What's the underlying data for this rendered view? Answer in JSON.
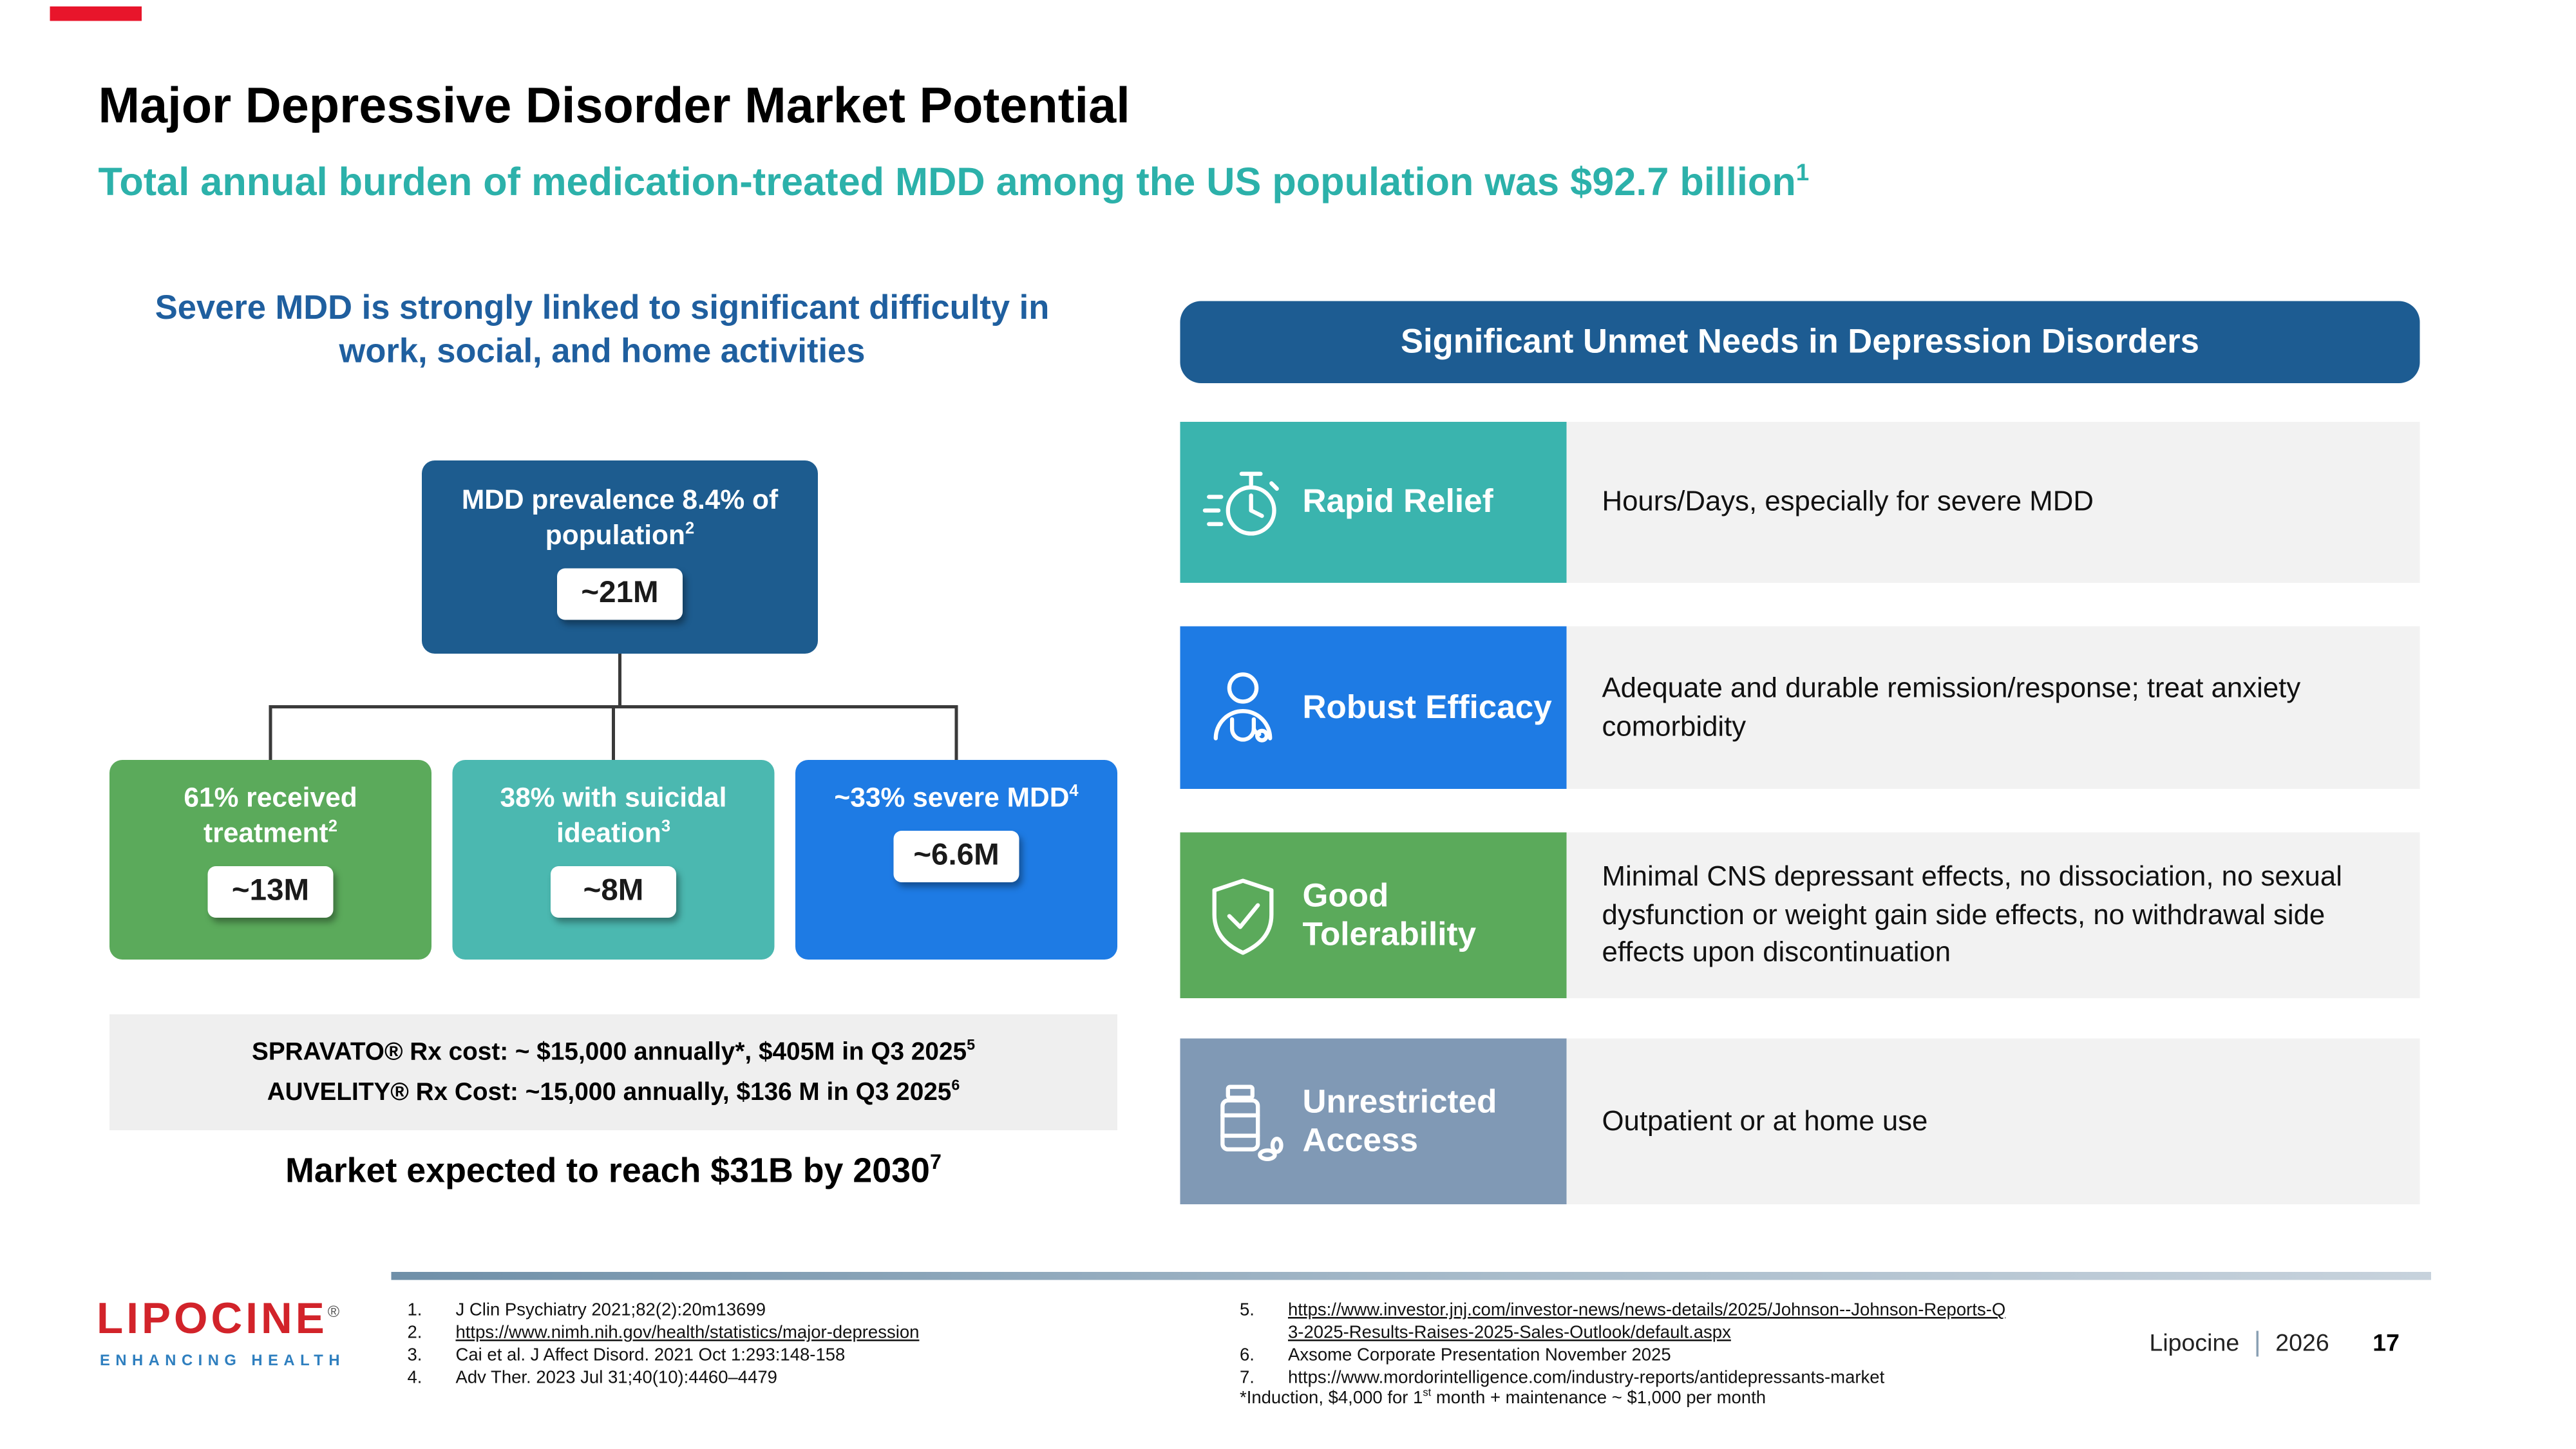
{
  "header": {
    "title": "Major Depressive Disorder Market Potential",
    "subtitle": "Total annual burden of medication-treated MDD among the US population was $92.7 billion",
    "subtitle_sup": "1"
  },
  "colors": {
    "accent_red": "#e8152b",
    "teal": "#3ab4ae",
    "blue": "#1e7be4",
    "green": "#5baa5b",
    "slate": "#8099b5",
    "dark_blue": "#1d5c92",
    "heading_blue": "#1f5f9f",
    "subtitle_teal": "#2cb1aa"
  },
  "left": {
    "heading": "Severe MDD is strongly linked to significant difficulty in work, social, and home activities",
    "flow": {
      "root": {
        "label": "MDD prevalence 8.4% of population",
        "sup": "2",
        "value": "~21M"
      },
      "children": [
        {
          "label": "61% received treatment",
          "sup": "2",
          "value": "~13M"
        },
        {
          "label": "38% with suicidal ideation",
          "sup": "3",
          "value": "~8M"
        },
        {
          "label": "~33% severe MDD",
          "sup": "4",
          "value": "~6.6M"
        }
      ]
    },
    "cost": {
      "line1": "SPRAVATO® Rx cost: ~ $15,000 annually*, $405M in Q3 2025",
      "line1_sup": "5",
      "line2": "AUVELITY® Rx Cost: ~15,000 annually,  $136 M in Q3 2025",
      "line2_sup": "6"
    },
    "market": "Market expected to reach $31B by 2030",
    "market_sup": "7"
  },
  "right": {
    "header": "Significant Unmet Needs in Depression Disorders",
    "needs": [
      {
        "icon": "stopwatch-icon",
        "label": "Rapid Relief",
        "desc": "Hours/Days, especially for severe MDD"
      },
      {
        "icon": "doctor-icon",
        "label": "Robust Efficacy",
        "desc": "Adequate and durable remission/response; treat anxiety comorbidity"
      },
      {
        "icon": "shield-check-icon",
        "label": "Good Tolerability",
        "desc": "Minimal CNS depressant effects, no dissociation, no sexual dysfunction or weight gain side effects, no withdrawal side effects upon discontinuation"
      },
      {
        "icon": "pill-bottle-icon",
        "label": "Unrestricted Access",
        "desc": "Outpatient or at home use"
      }
    ]
  },
  "footer": {
    "logo_text": "LIPOCINE",
    "logo_reg": "®",
    "logo_sub": "ENHANCING HEALTH",
    "refs_left": [
      {
        "num": "1.",
        "text": "J Clin Psychiatry 2021;82(2):20m13699"
      },
      {
        "num": "2.",
        "text": "https://www.nimh.nih.gov/health/statistics/major-depression"
      },
      {
        "num": "3.",
        "text": "Cai et al. J Affect Disord. 2021 Oct 1:293:148-158"
      },
      {
        "num": "4.",
        "text": "Adv Ther. 2023 Jul 31;40(10):4460–4479"
      }
    ],
    "refs_right": [
      {
        "num": "5.",
        "text": "https://www.investor.jnj.com/investor-news/news-details/2025/Johnson--Johnson-Reports-Q3-2025-Results-Raises-2025-Sales-Outlook/default.aspx"
      },
      {
        "num": "6.",
        "text": "Axsome Corporate Presentation November 2025"
      },
      {
        "num": "7.",
        "text": "https://www.mordorintelligence.com/industry-reports/antidepressants-market"
      }
    ],
    "footnote_pre": "*Induction, $4,000 for 1",
    "footnote_sup": "st",
    "footnote_post": " month + maintenance ~ $1,000 per month",
    "brand": "Lipocine",
    "year": "2026",
    "page": "17"
  }
}
